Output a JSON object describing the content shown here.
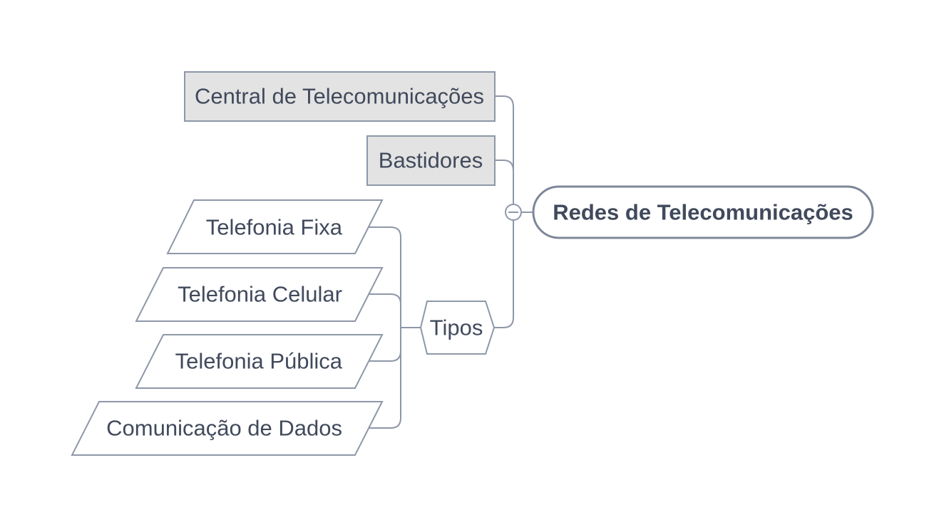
{
  "colors": {
    "line": "#8e97a8",
    "box_fill": "#e3e3e3",
    "text": "#414a5c",
    "root_border": "#7d8799",
    "background": "#ffffff"
  },
  "root": {
    "label": "Redes de Telecomunicações"
  },
  "collapse_control": {
    "icon": "minus-circle-icon"
  },
  "branches": [
    {
      "label": "Central de Telecomunicações",
      "shape": "rectangle"
    },
    {
      "label": "Bastidores",
      "shape": "rectangle"
    },
    {
      "label": "Tipos",
      "shape": "hexagon",
      "children": [
        {
          "label": "Telefonia Fixa",
          "shape": "parallelogram"
        },
        {
          "label": "Telefonia Celular",
          "shape": "parallelogram"
        },
        {
          "label": "Telefonia Pública",
          "shape": "parallelogram"
        },
        {
          "label": "Comunicação de Dados",
          "shape": "parallelogram"
        }
      ]
    }
  ]
}
